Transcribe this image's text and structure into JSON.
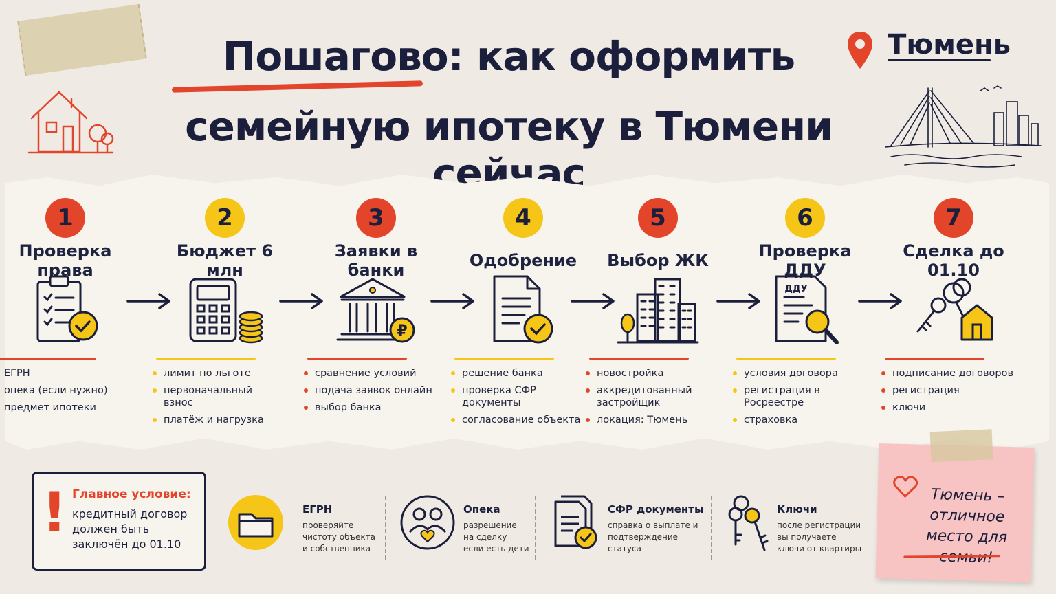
{
  "title": {
    "line1_highlight": "Пошагово:",
    "line1_rest": "как оформить",
    "line2": "семейную ипотеку в Тюмени сейчас"
  },
  "city": {
    "name": "Тюмень",
    "icon": "location-pin-icon"
  },
  "colors": {
    "red": "#e3452b",
    "yellow": "#f5c518",
    "ink": "#1b1f3b"
  },
  "steps": [
    {
      "num": "1",
      "title": "Проверка права",
      "icon": "clipboard-check-icon",
      "color": "red",
      "bullets": [
        "ЕГРН",
        "опека (если нужно)",
        "предмет ипотеки"
      ]
    },
    {
      "num": "2",
      "title": "Бюджет 6 млн",
      "icon": "calculator-icon",
      "color": "yellow",
      "bullets": [
        "лимит по льготе",
        "первоначальный взнос",
        "платёж и нагрузка"
      ]
    },
    {
      "num": "3",
      "title": "Заявки в банки",
      "icon": "bank-icon",
      "color": "red",
      "bullets": [
        "сравнение условий",
        "подача заявок онлайн",
        "выбор банка"
      ]
    },
    {
      "num": "4",
      "title": "Одобрение",
      "icon": "approved-document-icon",
      "color": "yellow",
      "bullets": [
        "решение банка",
        "проверка СФР документы",
        "согласование объекта"
      ]
    },
    {
      "num": "5",
      "title": "Выбор ЖК",
      "icon": "buildings-icon",
      "color": "red",
      "bullets": [
        "новостройка",
        "аккредитованный застройщик",
        "локация: Тюмень"
      ]
    },
    {
      "num": "6",
      "title": "Проверка ДДУ",
      "icon": "contract-search-icon",
      "color": "yellow",
      "bullets": [
        "условия договора",
        "регистрация в Росреестре",
        "страховка"
      ]
    },
    {
      "num": "7",
      "title": "Сделка до 01.10",
      "icon": "house-keys-icon",
      "color": "red",
      "bullets": [
        "подписание договоров",
        "регистрация",
        "ключи"
      ]
    }
  ],
  "condition": {
    "title": "Главное условие:",
    "text": "кредитный договор должен быть заключён до 01.10"
  },
  "info": [
    {
      "title": "ЕГРН",
      "text": "проверяйте чистоту объекта и собственника",
      "icon": "folder-icon"
    },
    {
      "title": "Опека",
      "text": "разрешение на сделку если есть дети",
      "icon": "family-icon"
    },
    {
      "title": "СФР документы",
      "text": "справка о выплате и подтверждение статуса",
      "icon": "documents-check-icon"
    },
    {
      "title": "Ключи",
      "text": "после регистрации вы получаете ключи от квартиры",
      "icon": "keys-icon"
    }
  ],
  "note": {
    "text": "Тюмень – отличное место для семьи!",
    "icon": "heart-icon"
  }
}
